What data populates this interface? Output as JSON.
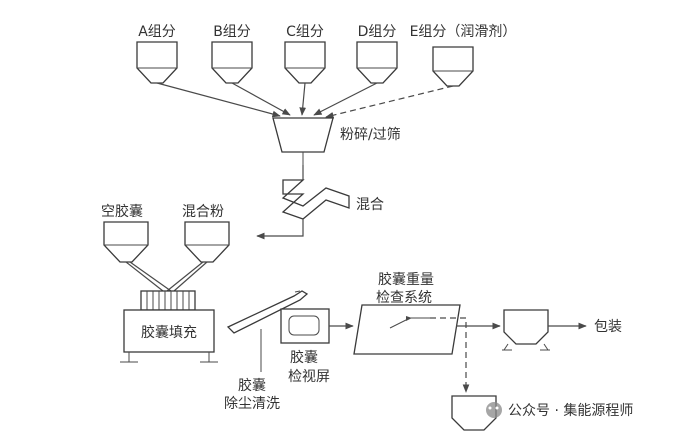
{
  "hoppers": {
    "a": "A组分",
    "b": "B组分",
    "c": "C组分",
    "d": "D组分",
    "e": "E组分（润滑剂）"
  },
  "mill": "粉碎/过筛",
  "mixer": "混合",
  "empty_capsules": "空胶囊",
  "mixed_powder": "混合粉",
  "filler": "胶囊填充",
  "dedust": [
    "胶囊",
    "除尘清洗"
  ],
  "inspection": [
    "胶囊",
    "检视屏"
  ],
  "weight_check": [
    "胶囊重量",
    "检查系统"
  ],
  "packing": "包装",
  "watermark": "公众号 · 集能源程师"
}
